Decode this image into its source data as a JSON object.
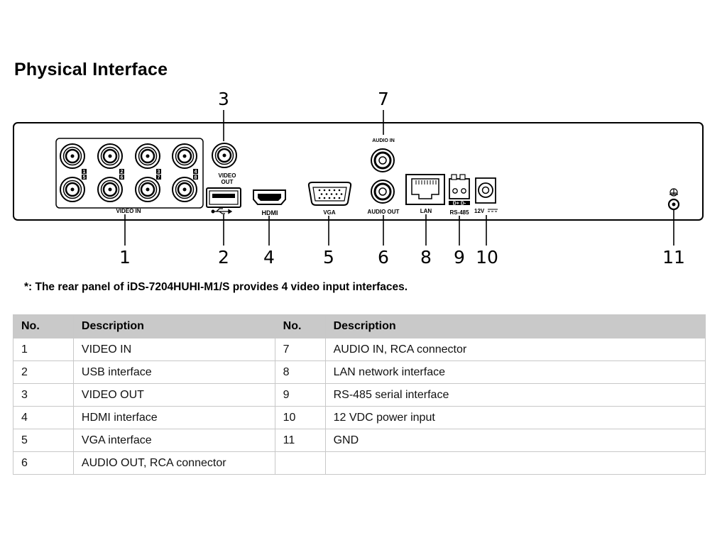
{
  "title": "Physical Interface",
  "panel": {
    "callouts": {
      "c1": "1",
      "c2": "2",
      "c3": "3",
      "c4": "4",
      "c5": "5",
      "c6": "6",
      "c7": "7",
      "c8": "8",
      "c9": "9",
      "c10": "10",
      "c11": "11"
    },
    "labels": {
      "video_in": "VIDEO IN",
      "video_out_1": "VIDEO",
      "video_out_2": "OUT",
      "hdmi": "HDMI",
      "vga": "VGA",
      "audio_in": "AUDIO IN",
      "audio_out": "AUDIO OUT",
      "lan": "LAN",
      "rs485": "RS-485",
      "rs485_pins": "D+ D-",
      "power": "12V",
      "bnc_numbers": [
        "1",
        "2",
        "3",
        "4",
        "5",
        "6",
        "7",
        "8"
      ]
    }
  },
  "note": "*: The rear panel of iDS-7204HUHI-M1/S provides 4 video input interfaces.",
  "table": {
    "headers": [
      "No.",
      "Description",
      "No.",
      "Description"
    ],
    "rows": [
      [
        "1",
        "VIDEO IN",
        "7",
        "AUDIO IN, RCA connector"
      ],
      [
        "2",
        "USB interface",
        "8",
        "LAN network interface"
      ],
      [
        "3",
        "VIDEO OUT",
        "9",
        "RS-485 serial interface"
      ],
      [
        "4",
        "HDMI interface",
        "10",
        "12 VDC power input"
      ],
      [
        "5",
        "VGA interface",
        "11",
        "GND"
      ],
      [
        "6",
        "AUDIO OUT, RCA connector",
        "",
        ""
      ]
    ]
  }
}
